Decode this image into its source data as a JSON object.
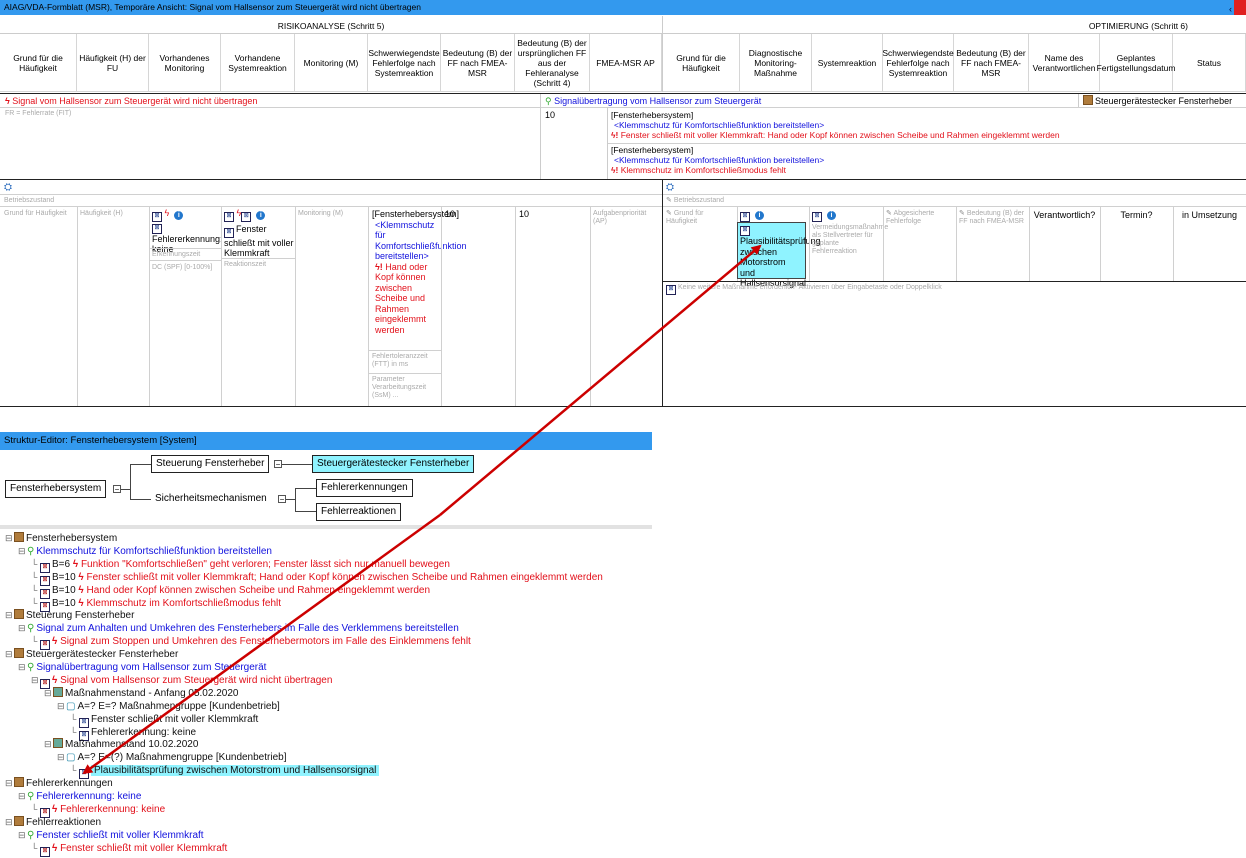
{
  "window": {
    "title": "AIAG/VDA-Formblatt (MSR), Temporäre Ansicht: Signal vom Hallsensor zum Steuergerät wird nicht übertragen",
    "collapse": "‹"
  },
  "sections": {
    "risk": "RISIKOANALYSE (Schritt 5)",
    "opt": "OPTIMIERUNG (Schritt 6)"
  },
  "headers_left": [
    "Grund für die Häufigkeit",
    "Häufigkeit (H) der FU",
    "Vorhandenes Monitoring",
    "Vorhandene Systemreaktion",
    "Monitoring (M)",
    "Schwerwiegendste Fehlerfolge nach Systemreaktion",
    "Bedeutung (B) der FF nach FMEA-MSR",
    "Bedeutung (B) der ursprünglichen FF aus der Fehleranalyse (Schritt 4)",
    "FMEA-MSR AP"
  ],
  "headers_right": [
    "Grund für die Häufigkeit",
    "Diagnostische Monitoring-Maßnahme",
    "Systemreaktion",
    "Schwerwiegendste Fehlerfolge nach Systemreaktion",
    "Bedeutung (B) der FF nach FMEA-MSR",
    "Name des Verantwortlichen",
    "Geplantes Fertigstellungsdatum",
    "Status"
  ],
  "row1": {
    "failure": "Signal vom Hallsensor zum Steuergerät wird nicht übertragen",
    "function": "Signalübertragung vom Hallsensor zum Steuergerät",
    "element": "Steuergerätestecker Fensterheber",
    "fr": "FR = Fehlerrate (FIT)",
    "b_value": "10",
    "effects": [
      {
        "sys": "[Fensterhebersystem]",
        "func": "<Klemmschutz für Komfortschließfunktion bereitstellen>",
        "fail": "Fenster schließt mit voller Klemmkraft: Hand oder Kopf können zwischen Scheibe und Rahmen eingeklemmt werden"
      },
      {
        "sys": "[Fensterhebersystem]",
        "func": "<Klemmschutz für Komfortschließfunktion bereitstellen>",
        "fail": "Klemmschutz im Komfortschließmodus fehlt"
      }
    ]
  },
  "row2": {
    "betrieb": "Betriebszustand",
    "grund": "Grund für Häufigkeit",
    "haeuf": "Häufigkeit (H)",
    "monitoring_value": "Fehlererkennung: keine",
    "erkennungszeit": "Erkennungszeit",
    "dc": "DC (SPF) [0-100%]",
    "reaktion_value": "Fenster schließt mit voller Klemmkraft",
    "reaktionszeit": "Reaktionszeit",
    "monitoring_m": "Monitoring (M)",
    "ff_sys": "[Fensterhebersystem]",
    "ff_func": "<Klemmschutz für Komfortschließfunktion bereitstellen>",
    "ff_fail": "Hand oder Kopf können zwischen Scheibe und Rahmen eingeklemmt werden",
    "ftt": "Fehlertoleranzzeit (FTT) in ms",
    "param": "Parameter Verarbeitungszeit (SsM) ...",
    "b1": "10",
    "b2": "10",
    "ap": "Aufgabenpriorität (AP)",
    "r_betrieb": "Betriebszustand",
    "r_grund": "Grund für Häufigkeit",
    "r_measure": "Plausibilitätsprüfung zwischen Motorstrom und Hallsensorsignal",
    "r_vermeid": "Vermeidungsmaßnahme als Stellvertreter für geplante Fehlerreaktion",
    "r_abges": "Abgesicherte Fehlerfolge",
    "r_bedeut": "Bedeutung (B) der FF nach FMEA-MSR",
    "r_verant": "Verantwortlich?",
    "r_termin": "Termin?",
    "r_status": "in Umsetzung",
    "r_note": "Keine weitere Maßnahme erforderlich- Aktivieren über Eingabetaste oder Doppelklick"
  },
  "editor": {
    "title": "Struktur-Editor: Fensterhebersystem [System]",
    "root": "Fensterhebersystem",
    "steuerung": "Steuerung Fensterheber",
    "stecker": "Steuergerätestecker Fensterheber",
    "sicherheit": "Sicherheitsmechanismen",
    "erkennungen": "Fehlererkennungen",
    "reaktionen": "Fehlerreaktionen"
  },
  "tree": [
    {
      "indent": 0,
      "kind": "brown",
      "text": "Fensterhebersystem",
      "color": "black"
    },
    {
      "indent": 1,
      "kind": "func",
      "text": "Klemmschutz für Komfortschließfunktion bereitstellen",
      "color": "blue"
    },
    {
      "indent": 2,
      "kind": "fail",
      "prefix": "B=6",
      "text": "Funktion \"Komfortschließen\" geht verloren; Fenster lässt sich nur manuell bewegen",
      "color": "red"
    },
    {
      "indent": 2,
      "kind": "fail",
      "prefix": "B=10",
      "text": "Fenster schließt mit voller Klemmkraft; Hand oder Kopf können zwischen Scheibe und Rahmen eingeklemmt werden",
      "color": "red"
    },
    {
      "indent": 2,
      "kind": "fail",
      "prefix": "B=10",
      "text": "Hand oder Kopf können zwischen Scheibe und Rahmen eingeklemmt werden",
      "color": "red"
    },
    {
      "indent": 2,
      "kind": "fail",
      "prefix": "B=10",
      "text": "Klemmschutz im Komfortschließmodus fehlt",
      "color": "red"
    },
    {
      "indent": 0,
      "kind": "brown",
      "text": "Steuerung Fensterheber",
      "color": "black"
    },
    {
      "indent": 1,
      "kind": "func",
      "text": "Signal zum Anhalten und Umkehren des Fensterhebers im Falle des Verklemmens bereitstellen",
      "color": "blue"
    },
    {
      "indent": 2,
      "kind": "fail",
      "prefix": "",
      "text": "Signal zum Stoppen und Umkehren des Fensterhebermotors im Falle des Einklemmens fehlt",
      "color": "red"
    },
    {
      "indent": 0,
      "kind": "brown",
      "text": "Steuergerätestecker Fensterheber",
      "color": "black"
    },
    {
      "indent": 1,
      "kind": "func",
      "text": "Signalübertragung vom Hallsensor zum Steuergerät",
      "color": "blue"
    },
    {
      "indent": 2,
      "kind": "fail",
      "prefix": "",
      "text": "Signal vom Hallsensor zum Steuergerät wird nicht übertragen",
      "color": "red"
    },
    {
      "indent": 3,
      "kind": "stand",
      "text": "Maßnahmenstand - Anfang 05.02.2020",
      "color": "black"
    },
    {
      "indent": 4,
      "kind": "group",
      "prefix": "A=? E=?",
      "text": "Maßnahmengruppe [Kundenbetrieb]",
      "color": "black"
    },
    {
      "indent": 5,
      "kind": "leaf",
      "text": "Fenster schließt mit voller Klemmkraft",
      "color": "black"
    },
    {
      "indent": 5,
      "kind": "leaf",
      "text": "Fehlererkennung: keine",
      "color": "black"
    },
    {
      "indent": 3,
      "kind": "stand",
      "text": "Maßnahmenstand 10.02.2020",
      "color": "black"
    },
    {
      "indent": 4,
      "kind": "group",
      "prefix": "A=? E=(?)",
      "text": "Maßnahmengruppe [Kundenbetrieb]",
      "color": "black"
    },
    {
      "indent": 5,
      "kind": "leafsel",
      "text": "Plausibilitätsprüfung zwischen Motorstrom und Hallsensorsignal",
      "color": "black"
    },
    {
      "indent": 0,
      "kind": "brown",
      "text": "Fehlererkennungen",
      "color": "black"
    },
    {
      "indent": 1,
      "kind": "func",
      "text": "Fehlererkennung: keine",
      "color": "blue"
    },
    {
      "indent": 2,
      "kind": "fail",
      "prefix": "",
      "text": "Fehlererkennung: keine",
      "color": "red"
    },
    {
      "indent": 0,
      "kind": "brown",
      "text": "Fehlerreaktionen",
      "color": "black"
    },
    {
      "indent": 1,
      "kind": "func",
      "text": "Fenster schließt mit voller Klemmkraft",
      "color": "blue"
    },
    {
      "indent": 2,
      "kind": "fail",
      "prefix": "",
      "text": "Fenster schließt mit voller Klemmkraft",
      "color": "red"
    }
  ],
  "colors": {
    "title_bar": "#3399ee",
    "selected": "#8ff3ff",
    "failure": "#e2101a",
    "function": "#1111dd",
    "arrow": "#cc0000"
  }
}
